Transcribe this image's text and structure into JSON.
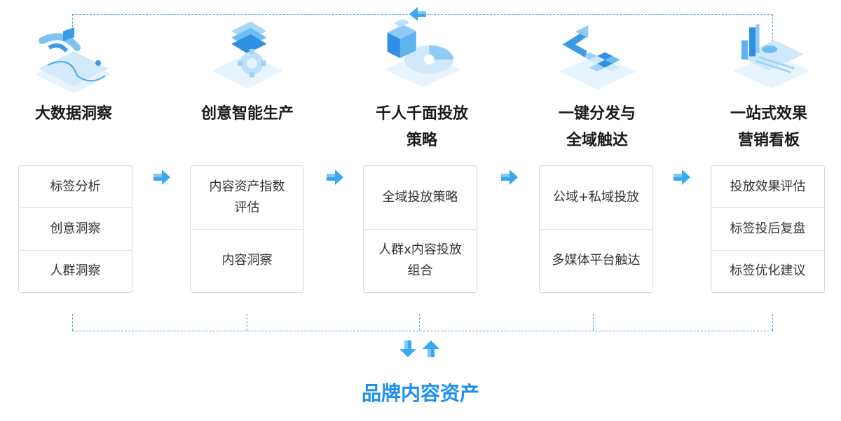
{
  "stages": [
    {
      "title": "大数据洞察",
      "icon": "data-insight-icon",
      "items": [
        "标签分析",
        "创意洞察",
        "人群洞察"
      ]
    },
    {
      "title": "创意智能生产",
      "icon": "creative-production-icon",
      "items": [
        "内容资产指数\n评估",
        "内容洞察"
      ]
    },
    {
      "title": "千人千面投放\n策略",
      "icon": "targeting-strategy-icon",
      "items": [
        "全域投放策略",
        "人群x内容投放\n组合"
      ]
    },
    {
      "title": "一键分发与\n全域触达",
      "icon": "distribution-icon",
      "items": [
        "公域+私域投放",
        "多媒体平台触达"
      ]
    },
    {
      "title": "一站式效果\n营销看板",
      "icon": "dashboard-icon",
      "items": [
        "投放效果评估",
        "标签投后复盘",
        "标签优化建议"
      ]
    }
  ],
  "footer": {
    "title": "品牌内容资产"
  },
  "colors": {
    "accent": "#1e8ff0",
    "dashed": "#4a9fe6",
    "arrow": "#3aa8f0"
  }
}
